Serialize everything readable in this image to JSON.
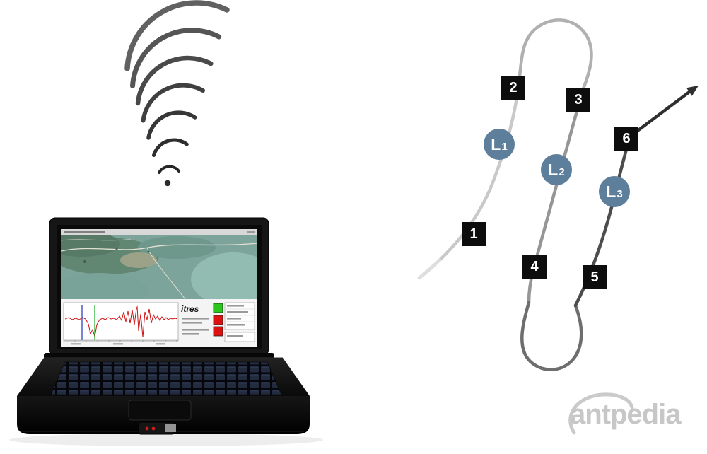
{
  "flight_path": {
    "waypoints": [
      {
        "label": "1"
      },
      {
        "label": "2"
      },
      {
        "label": "3"
      },
      {
        "label": "4"
      },
      {
        "label": "5"
      },
      {
        "label": "6"
      }
    ],
    "flight_lines": [
      {
        "prefix": "L",
        "sub": "1"
      },
      {
        "prefix": "L",
        "sub": "2"
      },
      {
        "prefix": "L",
        "sub": "3"
      }
    ],
    "style": {
      "waypoint_bg": "#0d0d0d",
      "waypoint_text": "#ffffff",
      "line_label_bg": "#5e7f9b",
      "line_label_text": "#ffffff",
      "path_shades": [
        "#c9c9c9",
        "#b0b0b0",
        "#969696",
        "#6e6e6e",
        "#4d4d4d",
        "#2f2f2f"
      ]
    }
  },
  "ground_station": {
    "software_logo": "itres",
    "status_green": "#29c61d",
    "status_red": "#dd1111",
    "trace_color": "#cc1111",
    "cursor_blue": "#2233bb",
    "cursor_green": "#11aa22",
    "map_colors": [
      "#7ca49b",
      "#618672",
      "#92bcb2",
      "#a7a78c"
    ]
  },
  "wifi_icon": {
    "color_inner": "#262626",
    "color_outer": "#616161"
  },
  "watermark": {
    "text": "antpedia",
    "color": "#c7c7c7"
  }
}
